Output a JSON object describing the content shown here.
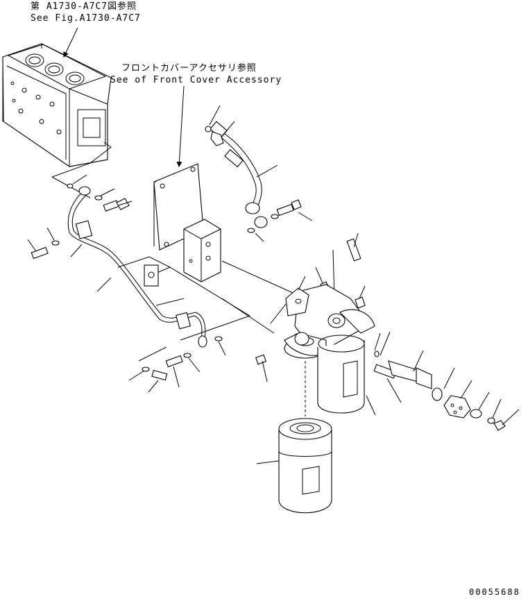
{
  "references": {
    "block": {
      "line1": "第 A1730-A7C7図参照",
      "line2": "See Fig.A1730-A7C7"
    },
    "front_cover": {
      "line1": "フロントカバーアクセサリ参照",
      "line2": "See of Front Cover Accessory"
    }
  },
  "footer": {
    "code": "00055688"
  }
}
